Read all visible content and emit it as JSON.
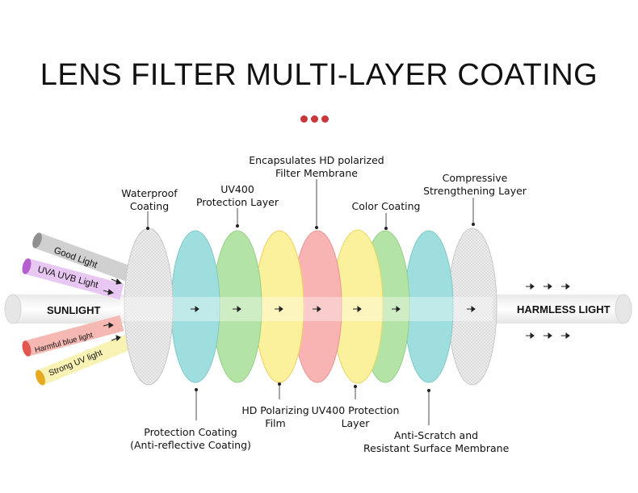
{
  "title": "LENS FILTER MULTI-LAYER COATING",
  "colors": {
    "accent_dots": "#c9373a",
    "cyan_lens": "#9fdede",
    "green_lens": "#b4e3a6",
    "yellow_lens": "#fbf19c",
    "pink_lens": "#f8b3b3",
    "gray_lens": "#dcdcdc"
  },
  "inputs": {
    "main": "SUNLIGHT",
    "rays": [
      "Good Light",
      "UVA UVB Light",
      "Harmful blue light",
      "Strong UV light"
    ]
  },
  "output": "HARMLESS LIGHT",
  "labels_top": {
    "waterproof": [
      "Waterproof",
      "Coating"
    ],
    "uv400_top": [
      "UV400",
      "Protection Layer"
    ],
    "encapsulates": [
      "Encapsulates HD polarized",
      "Filter Membrane"
    ],
    "color": [
      "Color Coating"
    ],
    "compressive": [
      "Compressive",
      "Strengthening Layer"
    ]
  },
  "labels_bottom": {
    "protection": [
      "Protection Coating",
      "(Anti-reflective Coating)"
    ],
    "hd_film": [
      "HD Polarizing",
      "Film"
    ],
    "uv400_bottom": [
      "UV400 Protection",
      "Layer"
    ],
    "anti_scratch": [
      "Anti-Scratch and",
      "Resistant Surface Membrane"
    ]
  }
}
